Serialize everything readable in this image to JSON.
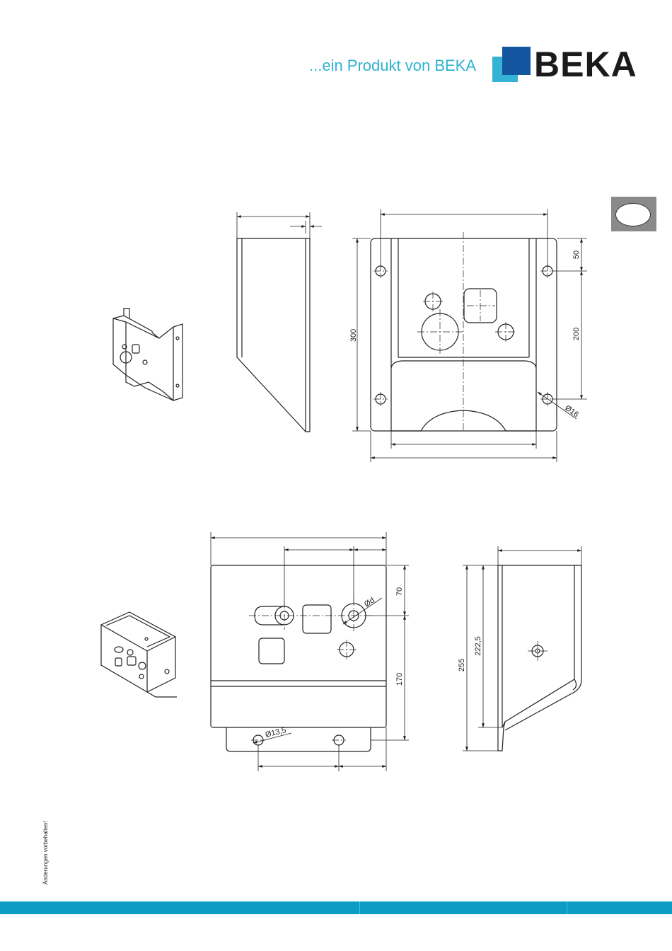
{
  "header": {
    "tagline": "...ein Produkt von BEKA",
    "logo_text": "BEKA"
  },
  "colors": {
    "brand_cyan": "#35b3d4",
    "brand_blue": "#13569f",
    "footer_bar": "#0c9cc4",
    "side_tab": "#8a8a8a"
  },
  "side_tab": {
    "icon": "oval-tab-icon"
  },
  "top_drawing": {
    "dim_height": "300",
    "dim_top_spacing": "50",
    "dim_hole_spacing": "200",
    "dim_hole_diameter": "Ø16"
  },
  "bottom_drawing": {
    "dim_top_offset": "70",
    "dim_lower": "170",
    "dim_hole_diameter_d": "Ød",
    "dim_hole_diameter_small": "Ø13,5",
    "dim_side_height": "255",
    "dim_side_inner_height": "222,5"
  },
  "footer": {
    "note": "Änderungen vorbehalten!"
  }
}
